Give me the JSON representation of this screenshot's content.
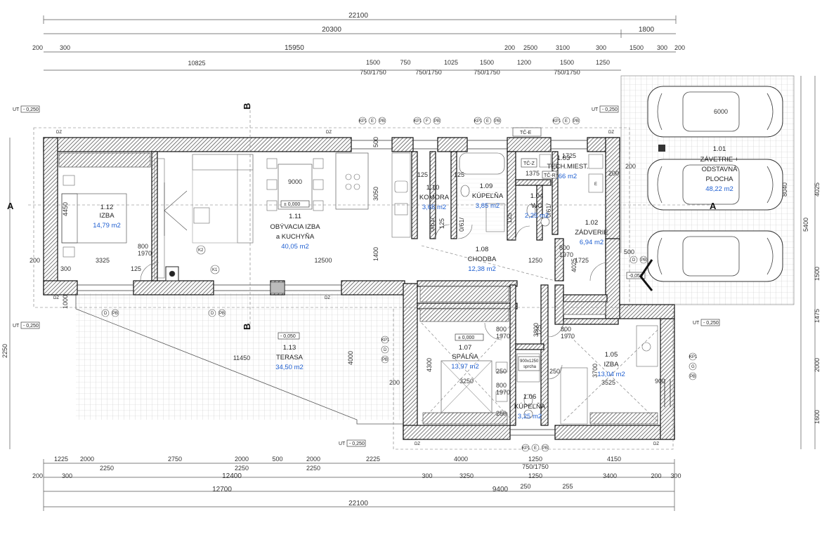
{
  "dimensions": {
    "total_top": "22100",
    "top_row2": [
      "20300",
      "1800"
    ],
    "top_row3": [
      "200",
      "300",
      "15950",
      "200",
      "2500",
      "3100",
      "300",
      "1500",
      "300",
      "200"
    ],
    "top_row4": [
      "10825",
      "1500",
      "750",
      "1025",
      "1500",
      "1200",
      "1500",
      "1250"
    ],
    "top_windows": [
      "750/1750",
      "750/1750",
      "750/1750",
      "750/1750"
    ],
    "bottom_row1": [
      "1225",
      "2000",
      "2750",
      "2000",
      "500",
      "2000",
      "2225",
      "4000",
      "1250",
      "4150"
    ],
    "bottom_row2": [
      "2250",
      "2250",
      "2250"
    ],
    "bottom_row3": [
      "200",
      "300",
      "12400",
      "300",
      "3250",
      "1250",
      "3400",
      "200",
      "300"
    ],
    "bottom_row3b": [
      "750/1750"
    ],
    "bottom_row4": [
      "12700",
      "9400",
      "250",
      "255"
    ],
    "bottom_total": "22100",
    "right_side": [
      "4025",
      "5400",
      "1500",
      "1475",
      "2000",
      "1600"
    ],
    "left_side": [
      "2250"
    ],
    "interior": [
      "9000",
      "3050",
      "1400",
      "12500",
      "3325",
      "11450",
      "4000",
      "4450",
      "4300",
      "3250",
      "3700",
      "3525",
      "3800",
      "1725",
      "1725",
      "1250",
      "8040",
      "6000",
      "1375",
      "4025"
    ],
    "door_labels": [
      "800",
      "1970",
      "800",
      "1970",
      "800",
      "1970",
      "800",
      "1970",
      "800",
      "1970"
    ],
    "misc_small": [
      "125",
      "125",
      "125",
      "125",
      "125",
      "125",
      "200",
      "200",
      "200",
      "500",
      "500",
      "250",
      "250",
      "250",
      "200",
      "300",
      "900",
      "1000"
    ],
    "rotated_door": "0/61/"
  },
  "rooms": [
    {
      "number": "1.01",
      "name": "ZÁVETRIE +",
      "name2": "ODSTAVNÁ",
      "name3": "PLOCHA",
      "area": "48,22 m2"
    },
    {
      "number": "1.02",
      "name": "ZÁDVERIE",
      "area": "6,94 m2"
    },
    {
      "number": "1.03",
      "name": "TECH.MIEST.",
      "area": "1,66 m2"
    },
    {
      "number": "1.04",
      "name": "WC",
      "area": "2,25 m2"
    },
    {
      "number": "1.05",
      "name": "IZBA",
      "area": "13,04 m2"
    },
    {
      "number": "1.06",
      "name": "KÚPEĽŇA",
      "area": "3,25 m2"
    },
    {
      "number": "1.07",
      "name": "SPÁLŇA",
      "area": "13,97 m2"
    },
    {
      "number": "1.08",
      "name": "CHODBA",
      "area": "12,38 m2"
    },
    {
      "number": "1.09",
      "name": "KÚPEĽŇA",
      "area": "3,85 m2"
    },
    {
      "number": "1.10",
      "name": "KOMORA",
      "area": "3,65 m2"
    },
    {
      "number": "1.11",
      "name": "OBÝVACIA IZBA",
      "name2": "a KUCHYŇA",
      "area": "40,05 m2"
    },
    {
      "number": "1.12",
      "name": "IZBA",
      "area": "14,79 m2"
    },
    {
      "number": "1.13",
      "name": "TERASA",
      "area": "34,50 m2"
    }
  ],
  "levels": {
    "ut": "UT",
    "ut_value": "- 0,250",
    "zero": "± 0,000",
    "terrace": "- 0,050",
    "entrance": "-0,050"
  },
  "sections": {
    "a": "A",
    "b": "B"
  },
  "tags": {
    "tc_e": "TČ-E",
    "tc_z": "TČ-Z",
    "tc_r": "TČ-R",
    "kp1": "KP1",
    "f": "F",
    "e": "E",
    "pb": "PB",
    "d": "D",
    "k1": "K1",
    "k2": "K2",
    "dz": "DZ",
    "shower": "900x1250",
    "shower2": "sprcha",
    "g": "G",
    "m": "E"
  }
}
